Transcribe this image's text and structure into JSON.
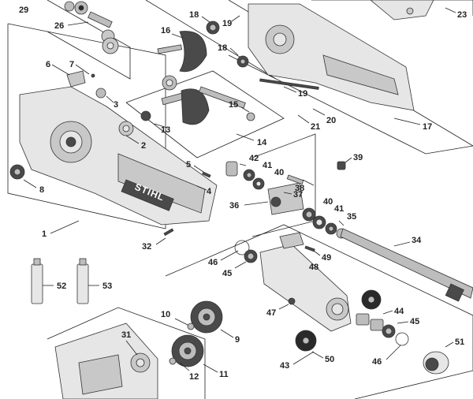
{
  "title": "",
  "brand_text": "STIHL",
  "callouts": [
    {
      "id": "29",
      "text": "29"
    },
    {
      "id": "26",
      "text": "26"
    },
    {
      "id": "18a",
      "text": "18"
    },
    {
      "id": "19a",
      "text": "19"
    },
    {
      "id": "16",
      "text": "16"
    },
    {
      "id": "18b",
      "text": "18"
    },
    {
      "id": "23",
      "text": "23"
    },
    {
      "id": "6",
      "text": "6"
    },
    {
      "id": "7",
      "text": "7"
    },
    {
      "id": "3",
      "text": "3"
    },
    {
      "id": "19b",
      "text": "19"
    },
    {
      "id": "15",
      "text": "15"
    },
    {
      "id": "20",
      "text": "20"
    },
    {
      "id": "21",
      "text": "21"
    },
    {
      "id": "13",
      "text": "13"
    },
    {
      "id": "17",
      "text": "17"
    },
    {
      "id": "2",
      "text": "2"
    },
    {
      "id": "14",
      "text": "14"
    },
    {
      "id": "39",
      "text": "39"
    },
    {
      "id": "42",
      "text": "42"
    },
    {
      "id": "41a",
      "text": "41"
    },
    {
      "id": "40a",
      "text": "40"
    },
    {
      "id": "5",
      "text": "5"
    },
    {
      "id": "4",
      "text": "4"
    },
    {
      "id": "8",
      "text": "8"
    },
    {
      "id": "38",
      "text": "38"
    },
    {
      "id": "37",
      "text": "37"
    },
    {
      "id": "36",
      "text": "36"
    },
    {
      "id": "40b",
      "text": "40"
    },
    {
      "id": "41b",
      "text": "41"
    },
    {
      "id": "35",
      "text": "35"
    },
    {
      "id": "1",
      "text": "1"
    },
    {
      "id": "34",
      "text": "34"
    },
    {
      "id": "32",
      "text": "32"
    },
    {
      "id": "49",
      "text": "49"
    },
    {
      "id": "46a",
      "text": "46"
    },
    {
      "id": "48",
      "text": "48"
    },
    {
      "id": "45a",
      "text": "45"
    },
    {
      "id": "52",
      "text": "52"
    },
    {
      "id": "53",
      "text": "53"
    },
    {
      "id": "47",
      "text": "47"
    },
    {
      "id": "44",
      "text": "44"
    },
    {
      "id": "10",
      "text": "10"
    },
    {
      "id": "9",
      "text": "9"
    },
    {
      "id": "45b",
      "text": "45"
    },
    {
      "id": "31",
      "text": "31"
    },
    {
      "id": "51",
      "text": "51"
    },
    {
      "id": "46b",
      "text": "46"
    },
    {
      "id": "43",
      "text": "43"
    },
    {
      "id": "50",
      "text": "50"
    },
    {
      "id": "12",
      "text": "12"
    },
    {
      "id": "11",
      "text": "11"
    }
  ]
}
